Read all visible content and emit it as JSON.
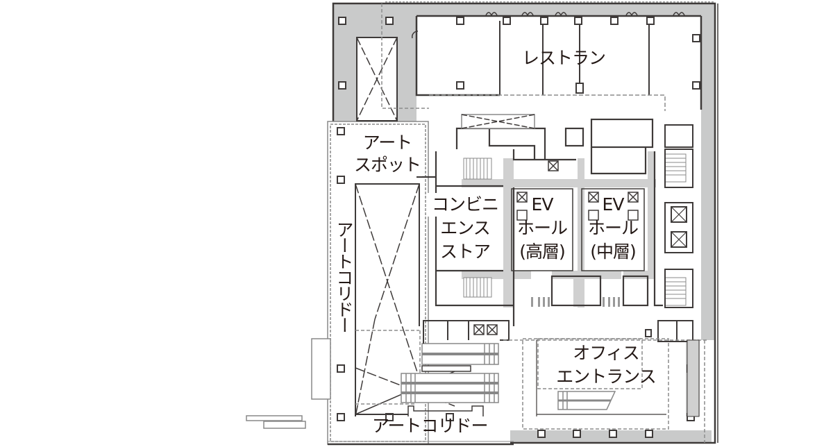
{
  "diagram": {
    "type": "architectural-floor-plan",
    "colors": {
      "wall": "#3e3a39",
      "shaded_area": "#c9caca",
      "light_line": "#888888",
      "dashed_line": "#8c8c8c",
      "text": "#231815",
      "background": "#ffffff"
    },
    "rooms": {
      "restaurant": "レストラン",
      "art_spot": [
        "アート",
        "スポット"
      ],
      "art_corridor_vertical": "アートコリドー",
      "convenience_store": [
        "コンビニ",
        "エンス",
        "ストア"
      ],
      "ev_hall_high": [
        "EV",
        "ホール",
        "(高層)"
      ],
      "ev_hall_mid": [
        "EV",
        "ホール",
        "(中層)"
      ],
      "office_entrance": [
        "オフィス",
        "エントランス"
      ],
      "art_corridor_bottom": "アートコリドー"
    }
  }
}
